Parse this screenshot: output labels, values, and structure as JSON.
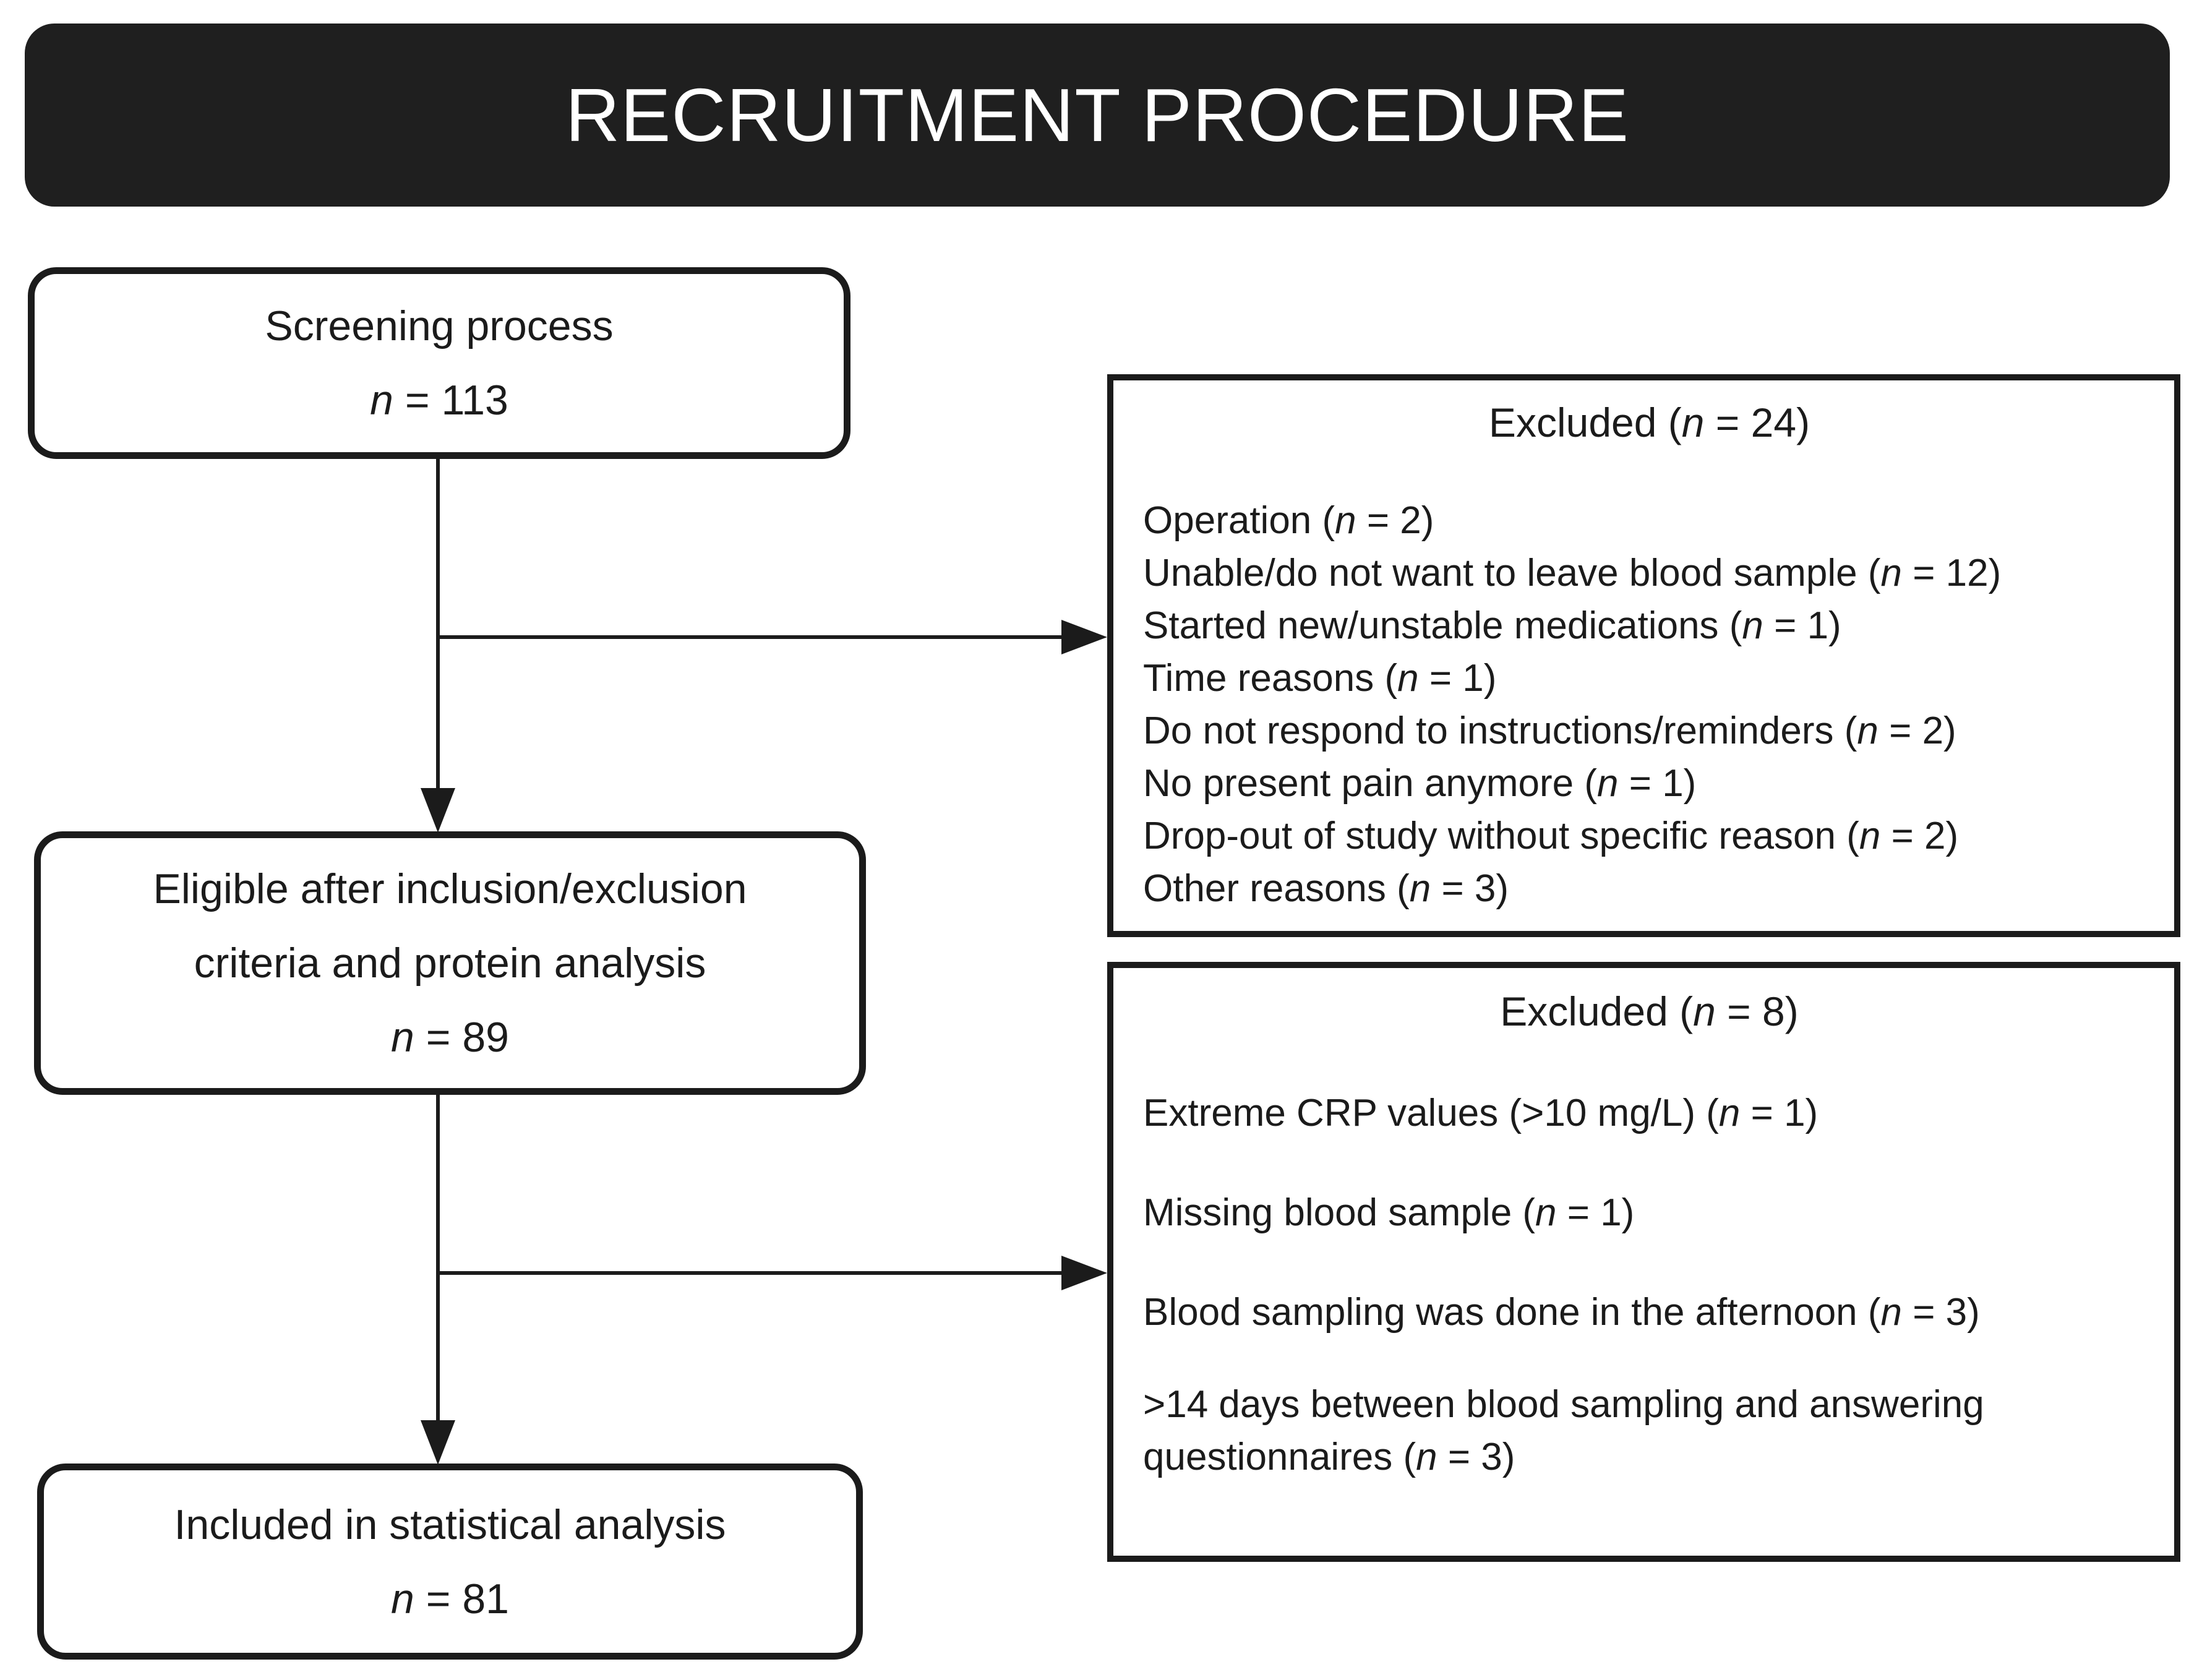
{
  "header": {
    "title": "RECRUITMENT PROCEDURE"
  },
  "screening": {
    "label": "Screening process",
    "n": "n",
    "count": " = 113"
  },
  "eligible": {
    "line1": "Eligible after inclusion/exclusion",
    "line2": "criteria and protein analysis",
    "n": "n",
    "count": " = 89"
  },
  "included": {
    "label": "Included in statistical analysis",
    "n": "n",
    "count": " = 81"
  },
  "excluded1": {
    "heading_pre": "Excluded (",
    "heading_n": "n",
    "heading_post": " = 24)",
    "items": [
      {
        "pre": "Operation (",
        "n": "n",
        "post": " = 2)"
      },
      {
        "pre": "Unable/do not want to leave blood sample (",
        "n": "n",
        "post": " = 12)"
      },
      {
        "pre": "Started new/unstable medications (",
        "n": "n",
        "post": " = 1)"
      },
      {
        "pre": "Time reasons (",
        "n": "n",
        "post": " = 1)"
      },
      {
        "pre": "Do not respond to instructions/reminders (",
        "n": "n",
        "post": " = 2)"
      },
      {
        "pre": "No present pain anymore (",
        "n": "n",
        "post": " = 1)"
      },
      {
        "pre": "Drop-out of study without specific reason (",
        "n": "n",
        "post": " = 2)"
      },
      {
        "pre": "Other reasons (",
        "n": "n",
        "post": " = 3)"
      }
    ]
  },
  "excluded2": {
    "heading_pre": "Excluded (",
    "heading_n": "n",
    "heading_post": " = 8)",
    "items": [
      {
        "pre": "Extreme CRP values (>10 mg/L) (",
        "n": "n",
        "post": " = 1)"
      },
      {
        "pre": "Missing blood sample (",
        "n": "n",
        "post": " = 1)"
      },
      {
        "pre": "Blood sampling was done in the afternoon (",
        "n": "n",
        "post": " = 3)"
      },
      {
        "pre": ">14 days between blood sampling and answering questionnaires (",
        "n": "n",
        "post": " = 3)"
      }
    ]
  },
  "colors": {
    "ink": "#1b1b1b",
    "header_bg": "#1f1f1f",
    "paper": "#ffffff"
  }
}
